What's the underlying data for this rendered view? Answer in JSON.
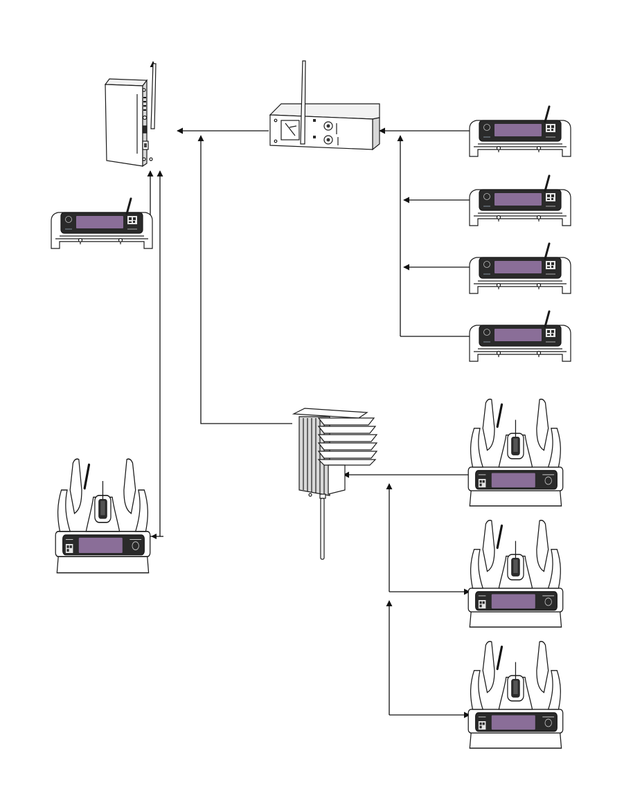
{
  "diagram": {
    "nodes": [
      {
        "id": "gateway-router",
        "kind": "router",
        "icon": "router-icon"
      },
      {
        "id": "base-station",
        "kind": "radio-base",
        "icon": "radio-base-icon"
      },
      {
        "id": "weather-station",
        "kind": "sensor",
        "icon": "weather-sensor-icon"
      },
      {
        "id": "local-monitor",
        "kind": "monitor",
        "icon": "monitor-icon"
      },
      {
        "id": "local-dock",
        "kind": "dock",
        "icon": "dock-icon"
      },
      {
        "id": "monitor-1",
        "kind": "monitor",
        "icon": "monitor-icon"
      },
      {
        "id": "monitor-2",
        "kind": "monitor",
        "icon": "monitor-icon"
      },
      {
        "id": "monitor-3",
        "kind": "monitor",
        "icon": "monitor-icon"
      },
      {
        "id": "monitor-4",
        "kind": "monitor",
        "icon": "monitor-icon"
      },
      {
        "id": "dock-1",
        "kind": "dock",
        "icon": "dock-icon"
      },
      {
        "id": "dock-2",
        "kind": "dock",
        "icon": "dock-icon"
      },
      {
        "id": "dock-3",
        "kind": "dock",
        "icon": "dock-icon"
      }
    ],
    "edges": [
      {
        "from": "gateway-router",
        "to": "external",
        "arrow": "up"
      },
      {
        "from": "base-station",
        "to": "gateway-router"
      },
      {
        "from": "monitor-1",
        "to": "base-station"
      },
      {
        "from": "monitor-2",
        "to": "base-station"
      },
      {
        "from": "monitor-3",
        "to": "base-station"
      },
      {
        "from": "monitor-4",
        "to": "base-station"
      },
      {
        "from": "weather-station",
        "to": "gateway-router"
      },
      {
        "from": "local-monitor",
        "to": "gateway-router"
      },
      {
        "from": "local-dock",
        "to": "gateway-router"
      },
      {
        "from": "dock-1",
        "to": "weather-station"
      },
      {
        "from": "dock-2",
        "to": "weather-station"
      },
      {
        "from": "dock-3",
        "to": "weather-station"
      }
    ],
    "colors": {
      "line": "#111111",
      "screen": "#8a6e98",
      "panel": "#2a2a2a"
    }
  }
}
